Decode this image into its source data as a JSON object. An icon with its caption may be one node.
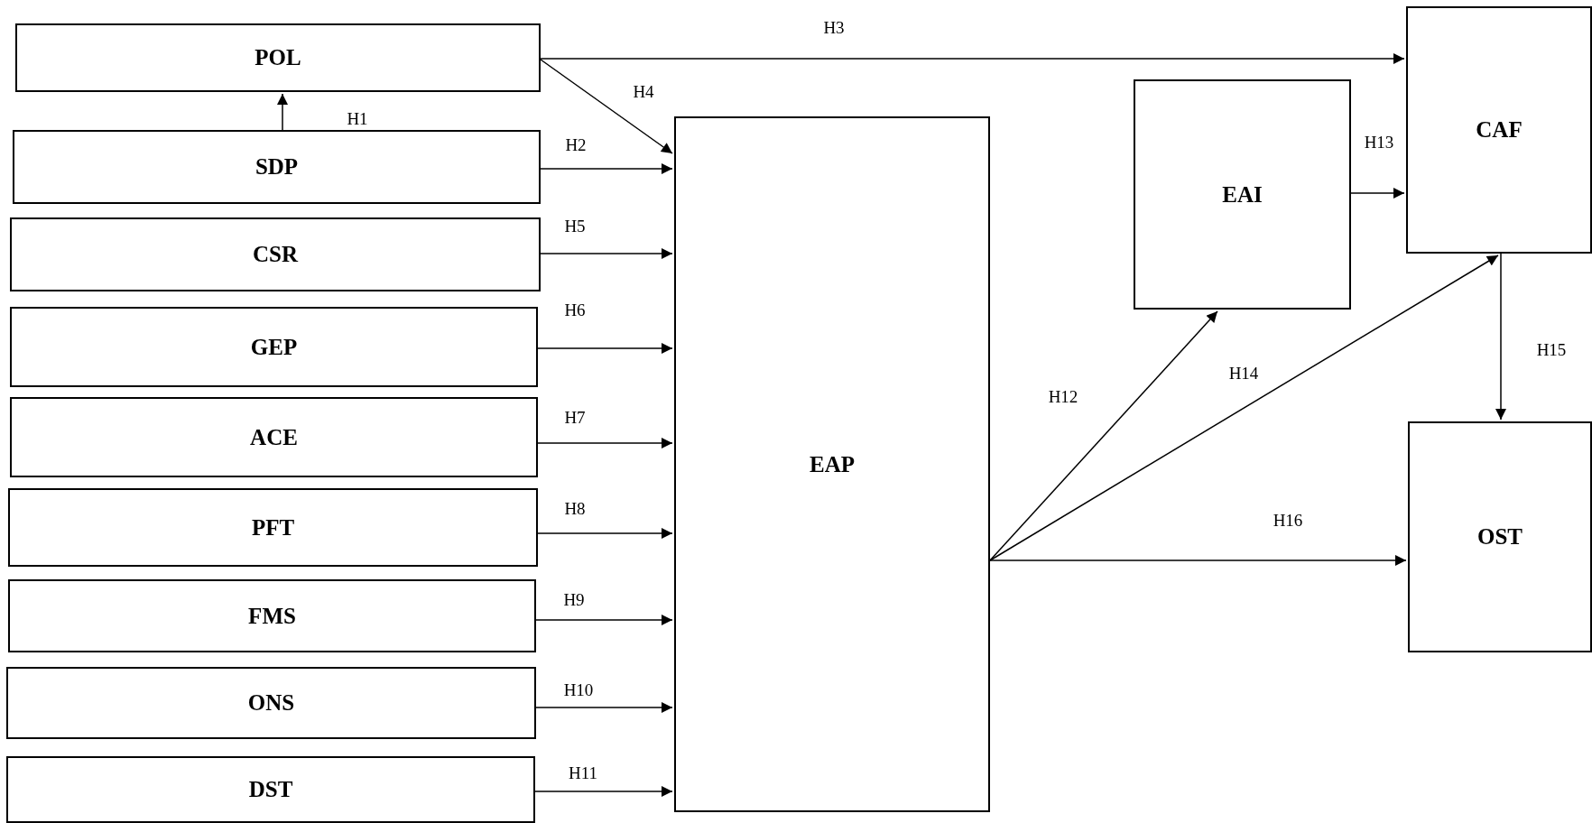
{
  "diagram": {
    "nodes": [
      {
        "text": [
          "POL"
        ]
      },
      {
        "text": [
          "SDP"
        ]
      },
      {
        "text": [
          "CSR"
        ]
      },
      {
        "text": [
          "GEP"
        ]
      },
      {
        "text": [
          "ACE"
        ]
      },
      {
        "text": [
          "PFT"
        ]
      },
      {
        "text": [
          "FMS"
        ]
      },
      {
        "text": [
          "ONS"
        ]
      },
      {
        "text": [
          "DST"
        ]
      },
      {
        "text": [
          "EAP"
        ]
      },
      {
        "text": [
          "EAI"
        ]
      },
      {
        "text": [
          "CAF"
        ]
      },
      {
        "text": [
          "OST"
        ]
      }
    ],
    "edges": [
      {
        "from": 1,
        "to": 0,
        "arrow": "to",
        "label": "H1"
      },
      {
        "from": 1,
        "to": 9,
        "arrow": "to",
        "label": "H2"
      },
      {
        "from": 0,
        "to": 11,
        "arrow": "to",
        "label": "H3"
      },
      {
        "from": 0,
        "to": 9,
        "arrow": "to",
        "label": "H4"
      },
      {
        "from": 2,
        "to": 9,
        "arrow": "to",
        "label": "H5"
      },
      {
        "from": 3,
        "to": 9,
        "arrow": "to",
        "label": "H6"
      },
      {
        "from": 4,
        "to": 9,
        "arrow": "to",
        "label": "H7"
      },
      {
        "from": 5,
        "to": 9,
        "arrow": "to",
        "label": "H8"
      },
      {
        "from": 6,
        "to": 9,
        "arrow": "to",
        "label": "H9"
      },
      {
        "from": 7,
        "to": 9,
        "arrow": "to",
        "label": "H10"
      },
      {
        "from": 8,
        "to": 9,
        "arrow": "to",
        "label": "H11"
      },
      {
        "from": 9,
        "to": 10,
        "arrow": "to",
        "label": "H12"
      },
      {
        "from": 10,
        "to": 11,
        "arrow": "to",
        "label": "H13"
      },
      {
        "from": 9,
        "to": 11,
        "arrow": "to",
        "label": "H14"
      },
      {
        "from": 11,
        "to": 12,
        "arrow": "to",
        "label": "H15"
      },
      {
        "from": 9,
        "to": 12,
        "arrow": "to",
        "label": "H16"
      }
    ]
  }
}
